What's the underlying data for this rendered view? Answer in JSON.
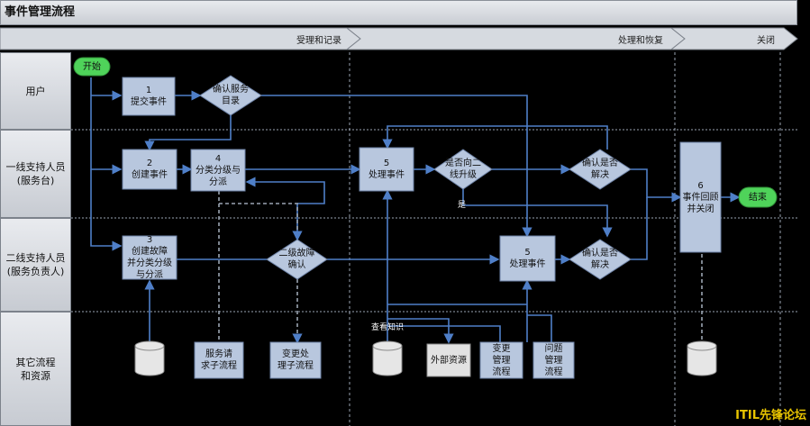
{
  "title": "事件管理流程",
  "phases": [
    "受理和记录",
    "处理和恢复",
    "关闭"
  ],
  "lanes": [
    "用户",
    "一线支持人员\n(服务台)",
    "二线支持人员\n(服务负责人)",
    "其它流程\n和资源"
  ],
  "nodes": {
    "start": "开始",
    "submit": "1\n提交事件",
    "confirm_catalog": "确认服务\n目录",
    "create": "2\n创建事件",
    "classify": "4\n分类分级与\n分派",
    "handle_l1": "5\n处理事件",
    "escalate_q": "是否向二\n线升级",
    "resolved_l1": "确认是否\n解决",
    "close": "6\n事件回顾\n并关闭",
    "end": "结束",
    "create_fault": "3\n创建故障\n并分类分级\n与分派",
    "fault_confirm": "二级故障\n确认",
    "handle_l2": "5\n处理事件",
    "resolved_l2": "确认是否\n解决",
    "service_request": "服务请\n求子流程",
    "change_handling": "变更处\n理子流程",
    "external": "外部资源",
    "change_mgmt": "变更\n管理\n流程",
    "problem_mgmt": "问题\n管理\n流程"
  },
  "labels": {
    "yes": "是",
    "view_knowledge": "查看知识"
  },
  "watermark": "ITIL先锋论坛",
  "colors": {
    "process_fill": "#b8c7de",
    "process_stroke": "#6d82a6",
    "terminal": "#4fd35a",
    "connector": "#4f7fc8",
    "dashed": "#9aa4b2"
  }
}
